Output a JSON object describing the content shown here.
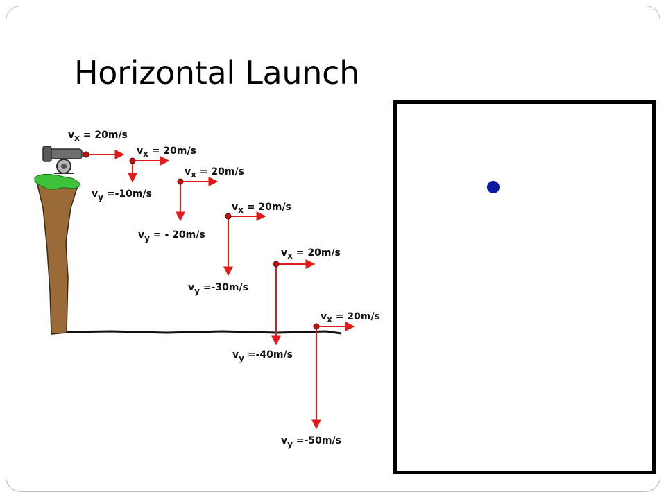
{
  "slide": {
    "title": "Horizontal Launch"
  },
  "colors": {
    "vector": "#e21a1a",
    "point": "#c51010",
    "ball": "#0b1a9e",
    "grass": "#3ec23a",
    "cliff": "#9a6a38",
    "cannon": "#6e6e6e"
  },
  "diagram": {
    "positions": [
      {
        "vx_label": "20m/s",
        "vy_label": ""
      },
      {
        "vx_label": "20m/s",
        "vy_label": "-10m/s"
      },
      {
        "vx_label": "20m/s",
        "vy_label": "- 20m/s"
      },
      {
        "vx_label": "20m/s",
        "vy_label": "-30m/s"
      },
      {
        "vx_label": "20m/s",
        "vy_label": "-40m/s"
      },
      {
        "vx_label": "20m/s",
        "vy_label": "-50m/s"
      }
    ]
  },
  "animation": {
    "ball_icon": "ball-icon"
  }
}
